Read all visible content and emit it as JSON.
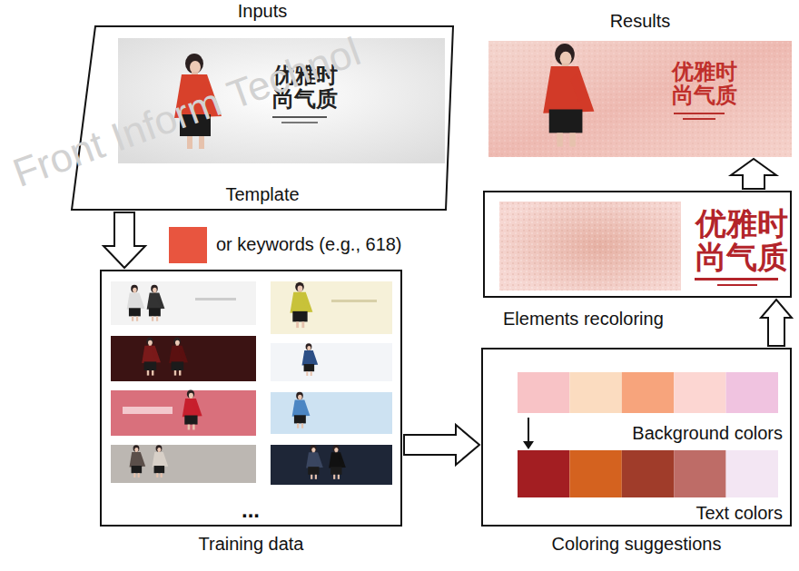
{
  "diagram": {
    "nodes": [
      {
        "text": [
          "Inputs",
          "Template"
        ]
      },
      {
        "text": [
          "Training data"
        ]
      },
      {
        "text": [
          "Coloring suggestions"
        ]
      },
      {
        "text": [
          "Elements recoloring"
        ]
      },
      {
        "text": [
          "Results"
        ]
      }
    ],
    "edges": [
      {
        "from": 0,
        "to": 1,
        "arrow": "to"
      },
      {
        "from": 1,
        "to": 2,
        "arrow": "to"
      },
      {
        "from": 2,
        "to": 3,
        "arrow": "to"
      },
      {
        "from": 3,
        "to": 4,
        "arrow": "to"
      }
    ],
    "labels": [
      "优雅时尚气质",
      "优雅时尚气质",
      "优雅时尚气质",
      "Background colors",
      "Text colors",
      "...",
      "Front Inform Technol"
    ],
    "legend": [
      {
        "text": "or keywords (e.g., 618)",
        "color": "#e8553f"
      }
    ]
  }
}
